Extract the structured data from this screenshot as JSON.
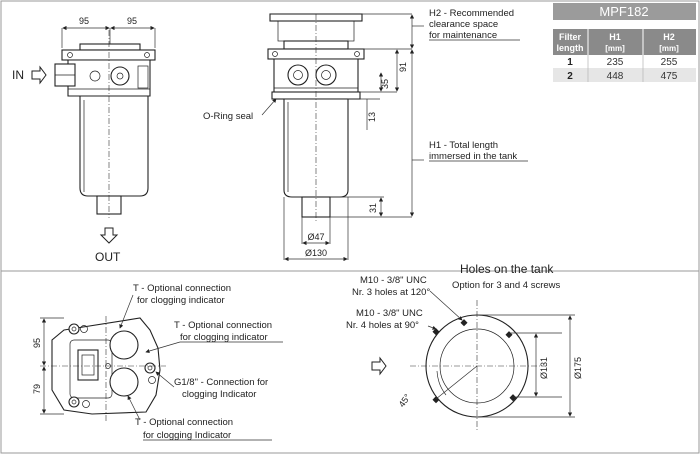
{
  "model": "MPF182",
  "table": {
    "headers": [
      {
        "line1": "Filter",
        "line2": "length"
      },
      {
        "line1": "H1",
        "line2": "[mm]"
      },
      {
        "line1": "H2",
        "line2": "[mm]"
      }
    ],
    "rows": [
      {
        "length": "1",
        "h1": "235",
        "h2": "255"
      },
      {
        "length": "2",
        "h1": "448",
        "h2": "475"
      }
    ]
  },
  "labels": {
    "in": "IN",
    "out": "OUT",
    "oring": "O-Ring seal",
    "h2_line1": "H2 - Recommended",
    "h2_line2": "clearance space",
    "h2_line3": "for maintenance",
    "h1_line1": "H1 - Total length",
    "h1_line2": "immersed in the tank",
    "t_top_1": "T - Optional connection",
    "t_top_2": "for clogging indicator",
    "t_mid_1": "T - Optional connection",
    "t_mid_2": "for clogging indicator",
    "g18_1": "G1/8\" - Connection for",
    "g18_2": "clogging Indicator",
    "t_bot_1": "T - Optional connection",
    "t_bot_2": "for clogging Indicator",
    "holes_title": "Holes on the tank",
    "holes_sub": "Option for 3 and 4 screws",
    "m10_a_1": "M10 - 3/8\" UNC",
    "m10_a_2": "Nr. 3 holes at 120°",
    "m10_b_1": "M10 - 3/8\" UNC",
    "m10_b_2": "Nr. 4 holes at 90°"
  },
  "dims": {
    "d95a": "95",
    "d95b": "95",
    "d91": "91",
    "d35": "35",
    "d13": "13",
    "d31": "31",
    "d47": "Ø47",
    "d130": "Ø130",
    "d95side": "95",
    "d79": "79",
    "d131": "Ø131",
    "d175": "Ø175",
    "d45": "45°"
  },
  "colors": {
    "header_bg": "#9b9b9b",
    "table_head_bg": "#8a8a8a",
    "row_alt_bg": "#e6e6e6"
  }
}
